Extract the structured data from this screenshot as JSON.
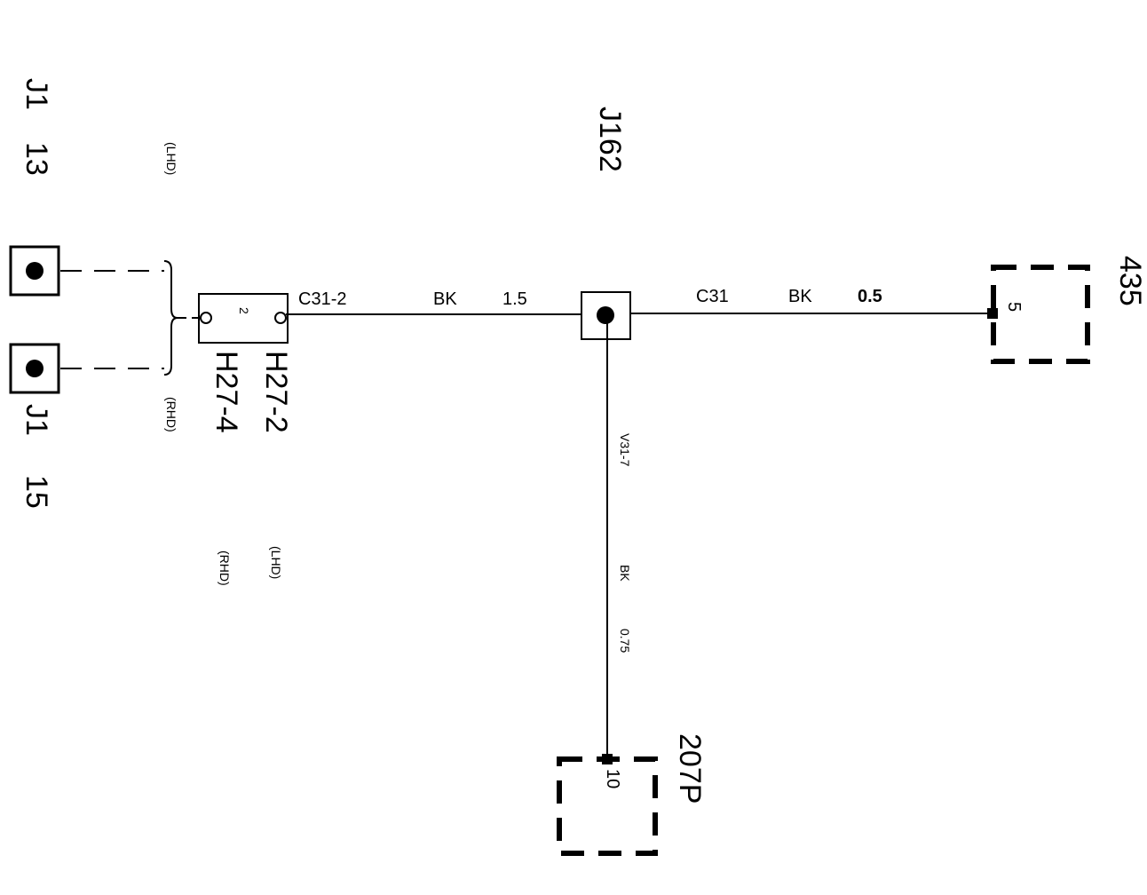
{
  "diagram": {
    "j1_top": {
      "name": "J1",
      "pin": "13"
    },
    "j1_bottom": {
      "name": "J1",
      "pin": "15"
    },
    "lhd_left": "(LHD)",
    "rhd_left": "(RHD)",
    "h27": {
      "pin": "2",
      "label_a": "H27-2",
      "label_b": "H27-4",
      "lhd": "(LHD)",
      "rhd": "(RHD)"
    },
    "splice": {
      "name": "J162"
    },
    "wire_left": {
      "circuit": "C31-2",
      "color": "BK",
      "size": "1.5"
    },
    "wire_right": {
      "circuit": "C31",
      "color": "BK",
      "size": "0.5"
    },
    "wire_down": {
      "circuit": "V31-7",
      "color": "BK",
      "size": "0.75"
    },
    "conn_435": {
      "name": "435",
      "pin": "5"
    },
    "conn_207p": {
      "name": "207P",
      "pin": "10"
    }
  }
}
